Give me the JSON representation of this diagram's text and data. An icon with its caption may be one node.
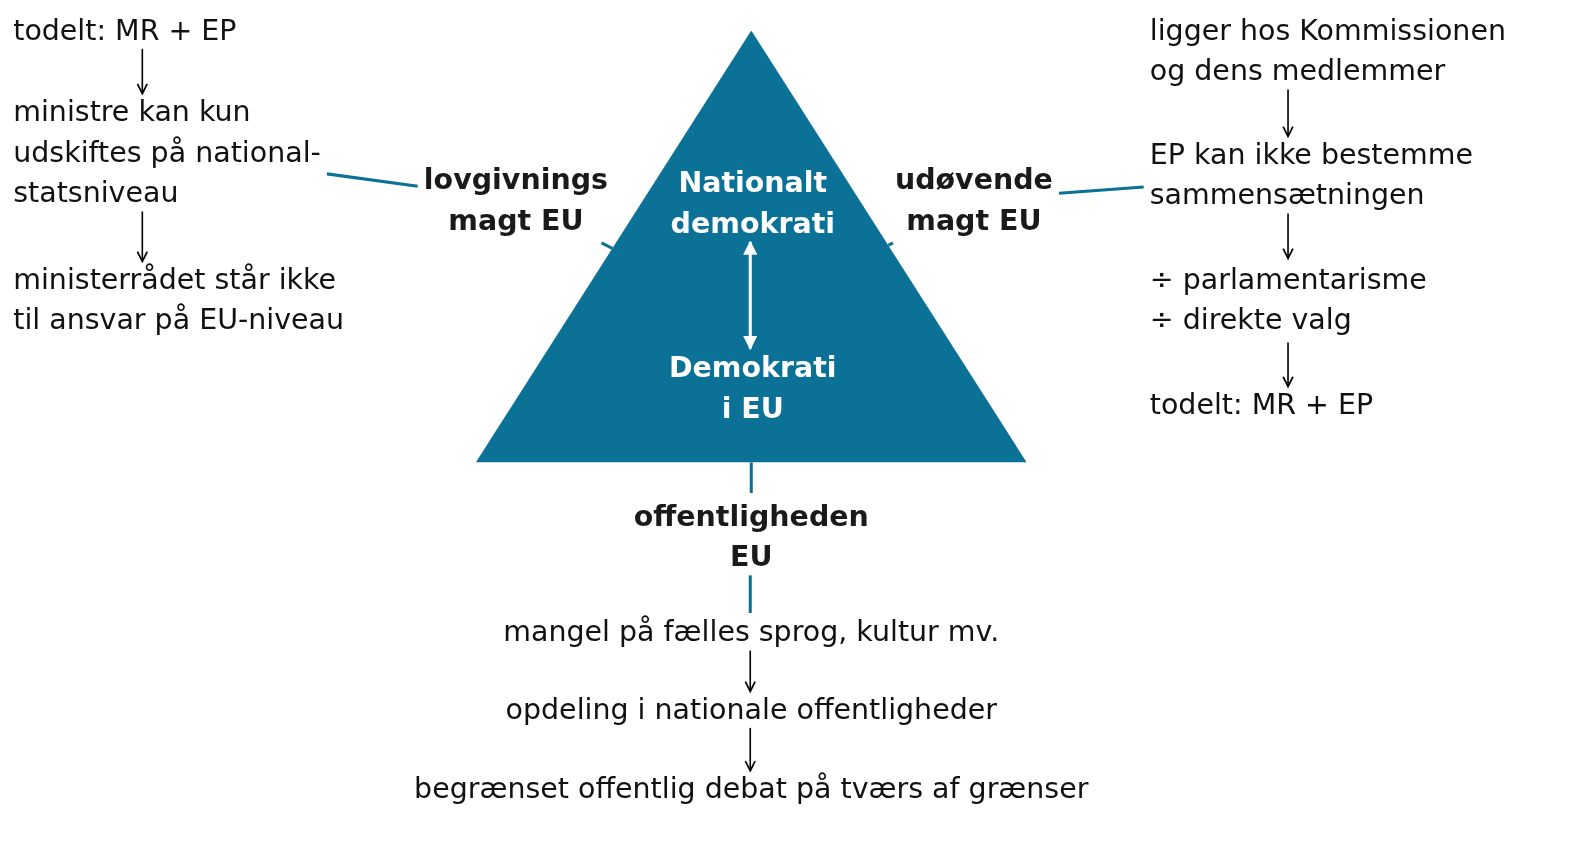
{
  "diagram": {
    "nodes": [
      {
        "text": [],
        "shape": "triangle"
      },
      {
        "text": [
          "Nationalt demokrati"
        ],
        "in": 0
      },
      {
        "text": [
          "Demokrati i EU"
        ],
        "in": 0
      },
      {
        "text": [
          "lovgivnings magt EU"
        ]
      },
      {
        "text": [
          "todelt: MR + EP"
        ]
      },
      {
        "text": [
          "ministre kan kun udskiftes på national-statsniveau"
        ]
      },
      {
        "text": [
          "ministerrådet står ikke til ansvar på EU-niveau"
        ]
      },
      {
        "text": [
          "udøvende magt EU"
        ]
      },
      {
        "text": [
          "ligger hos Kommissionen og dens medlemmer"
        ]
      },
      {
        "text": [
          "EP kan ikke bestemme sammensætningen"
        ]
      },
      {
        "text": [
          "÷ parlamentarisme",
          "÷ direkte valg"
        ]
      },
      {
        "text": [
          "todelt: MR + EP"
        ]
      },
      {
        "text": [
          "offentligheden EU"
        ]
      },
      {
        "text": [
          "mangel på fælles sprog, kultur mv."
        ]
      },
      {
        "text": [
          "opdeling i nationale offentligheder"
        ]
      },
      {
        "text": [
          "begrænset offentlig debat på tværs af grænser"
        ]
      }
    ],
    "edges": [
      {
        "from": 1,
        "to": 2,
        "arrow": "both",
        "color": "#ffffff"
      },
      {
        "from": 0,
        "to": 3,
        "arrow": "none",
        "color": "#0b7196"
      },
      {
        "from": 3,
        "to": 5,
        "arrow": "none",
        "color": "#0b7196"
      },
      {
        "from": 4,
        "to": 5,
        "arrow": "to"
      },
      {
        "from": 5,
        "to": 6,
        "arrow": "to"
      },
      {
        "from": 0,
        "to": 7,
        "arrow": "none",
        "color": "#0b7196"
      },
      {
        "from": 7,
        "to": 9,
        "arrow": "none",
        "color": "#0b7196"
      },
      {
        "from": 8,
        "to": 9,
        "arrow": "to"
      },
      {
        "from": 9,
        "to": 10,
        "arrow": "to"
      },
      {
        "from": 10,
        "to": 11,
        "arrow": "to"
      },
      {
        "from": 0,
        "to": 12,
        "arrow": "none",
        "color": "#0b7196"
      },
      {
        "from": 12,
        "to": 13,
        "arrow": "none",
        "color": "#0b7196"
      },
      {
        "from": 13,
        "to": 14,
        "arrow": "to"
      },
      {
        "from": 14,
        "to": 15,
        "arrow": "to"
      }
    ]
  }
}
